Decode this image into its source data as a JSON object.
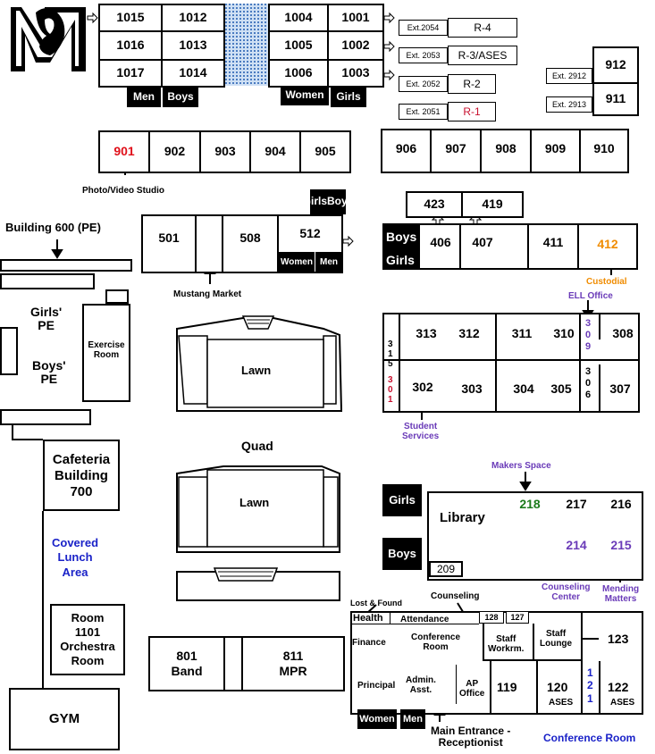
{
  "colors": {
    "red": "#e0101a",
    "orange": "#f08c00",
    "purple": "#6a3bb8",
    "green": "#1b7a1b",
    "blue": "#1a22c8",
    "crimson": "#c8102e"
  },
  "icons": {
    "logo": "mustang-logo-icon",
    "arrow": "arrow-icon",
    "door": "door-arrow-icon"
  },
  "top": {
    "rooms_left": [
      "1015",
      "1012",
      "1016",
      "1013",
      "1017",
      "1014"
    ],
    "rooms_right": [
      "1004",
      "1001",
      "1005",
      "1002",
      "1006",
      "1003"
    ],
    "men": "Men",
    "boys": "Boys",
    "women": "Women",
    "girls": "Girls"
  },
  "ext": {
    "e2054": "Ext.2054",
    "r4": "R-4",
    "e2053": "Ext. 2053",
    "r3": "R-3/ASES",
    "e2052": "Ext. 2052",
    "r2": "R-2",
    "e2051": "Ext. 2051",
    "r1": "R-1",
    "e2912": "Ext. 2912",
    "e2913": "Ext. 2913",
    "r912": "912",
    "r911": "911"
  },
  "row900": [
    "901",
    "902",
    "903",
    "904",
    "905",
    "906",
    "907",
    "908",
    "909",
    "910"
  ],
  "photo_studio": "Photo/Video Studio",
  "b500": {
    "girls": "Girls",
    "boys": "Boys",
    "r501": "501",
    "r508": "508",
    "r512": "512",
    "women": "Women",
    "men": "Men",
    "market": "Mustang Market"
  },
  "pe": {
    "title": "Building 600 (PE)",
    "girls": "Girls'\nPE",
    "boys": "Boys'\nPE",
    "exercise": "Exercise\nRoom"
  },
  "b400": {
    "r423": "423",
    "r419": "419",
    "boys": "Boys",
    "girls": "Girls",
    "r406": "406",
    "r407": "407",
    "r411": "411",
    "r412": "412",
    "custodial": "Custodial"
  },
  "b300": {
    "ell": "ELL Office",
    "r313": "313",
    "r312": "312",
    "r311": "311",
    "r310": "310",
    "r309": "3\n0\n9",
    "r308": "308",
    "r315": "3\n1\n5",
    "r301": "3\n0\n1",
    "r302": "302",
    "r303": "303",
    "r304": "304",
    "r305": "305",
    "r306": "3\n0\n6",
    "r307": "307",
    "student_services": "Student\nServices"
  },
  "quad": {
    "lawn1": "Lawn",
    "quad": "Quad",
    "lawn2": "Lawn"
  },
  "cafeteria": {
    "name": "Cafeteria\nBuilding\n700",
    "covered": "Covered\nLunch\nArea"
  },
  "orchestra": "Room\n1101\nOrchestra\nRoom",
  "gym": "GYM",
  "b800": {
    "r801": "801\nBand",
    "r811": "811\nMPR"
  },
  "b200": {
    "makers": "Makers Space",
    "girls": "Girls",
    "boys": "Boys",
    "library": "Library",
    "r218": "218",
    "r217": "217",
    "r216": "216",
    "r214": "214",
    "r215": "215",
    "r209": "209",
    "counseling_center": "Counseling\nCenter",
    "mending": "Mending\nMatters"
  },
  "office": {
    "lost": "Lost & Found",
    "counseling": "Counseling",
    "health": "Health",
    "attendance": "Attendance",
    "r128": "128",
    "r127": "127",
    "finance": "Finance",
    "conf_room": "Conference\nRoom",
    "staff_work": "Staff\nWorkrm.",
    "staff_lounge": "Staff\nLounge",
    "r123": "123",
    "principal": "Principal",
    "admin": "Admin.\nAsst.",
    "ap": "AP\nOffice",
    "r119": "119",
    "r120": "120",
    "r120s": "ASES",
    "r121": "1\n2\n1",
    "r122": "122",
    "r122s": "ASES",
    "women": "Women",
    "men": "Men",
    "main_entrance": "Main Entrance -\nReceptionist",
    "conference_room": "Conference Room"
  }
}
